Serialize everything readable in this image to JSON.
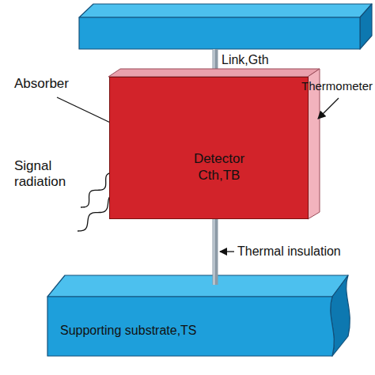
{
  "diagram": {
    "nodes": [
      {
        "text": [
          "Detector",
          "Cth,TB"
        ]
      },
      {
        "text": [
          "Supporting substrate,TS"
        ]
      }
    ],
    "edges": [
      {
        "from": 0,
        "to": 1,
        "arrow": "none"
      }
    ],
    "labels": [
      "Link,Gth",
      "Absorber",
      "Thermometer",
      "Signal radiation",
      "Thermal insulation"
    ]
  }
}
